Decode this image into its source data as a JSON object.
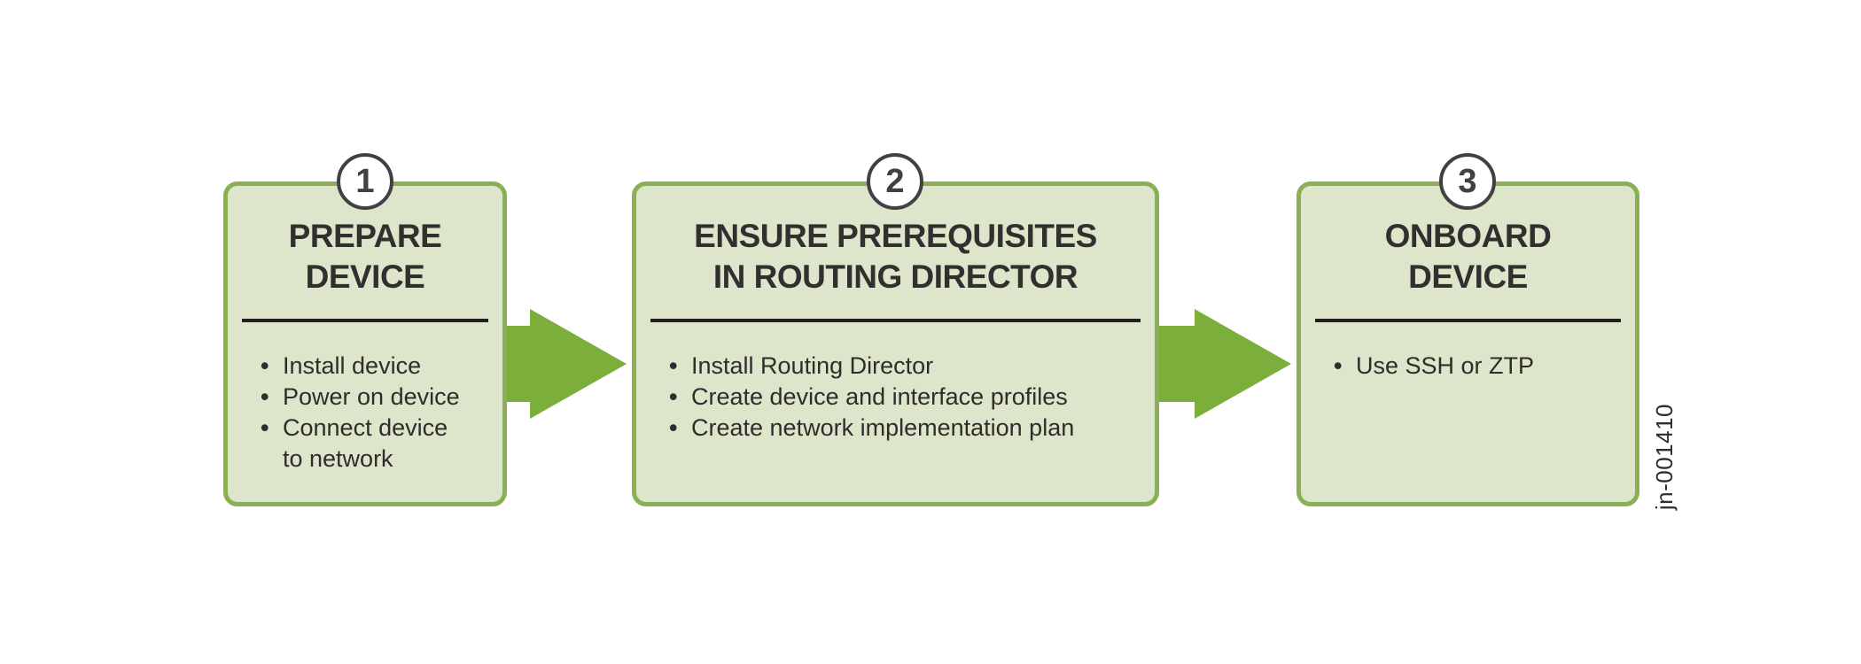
{
  "diagram": {
    "figure_id": "jn-001410",
    "bullet_char": "•",
    "steps": [
      {
        "number": "1",
        "title_lines": [
          "PREPARE",
          "DEVICE"
        ],
        "bullets": [
          "Install device",
          "Power on device",
          "Connect device\nto network"
        ]
      },
      {
        "number": "2",
        "title_lines": [
          "ENSURE PREREQUISITES",
          "IN ROUTING DIRECTOR"
        ],
        "bullets": [
          "Install Routing Director",
          "Create device and interface profiles",
          "Create network implementation plan"
        ]
      },
      {
        "number": "3",
        "title_lines": [
          "ONBOARD",
          "DEVICE"
        ],
        "bullets": [
          "Use SSH or ZTP"
        ]
      }
    ],
    "colors": {
      "background": "#ffffff",
      "box-fill": "#dde5ca",
      "box-border": "#8bb053",
      "arrow": "#7cae3c",
      "circle-border": "#414042",
      "circle-text": "#414042",
      "title-text": "#32302e",
      "body-text": "#2e2d2c",
      "divider": "#231f20"
    }
  }
}
